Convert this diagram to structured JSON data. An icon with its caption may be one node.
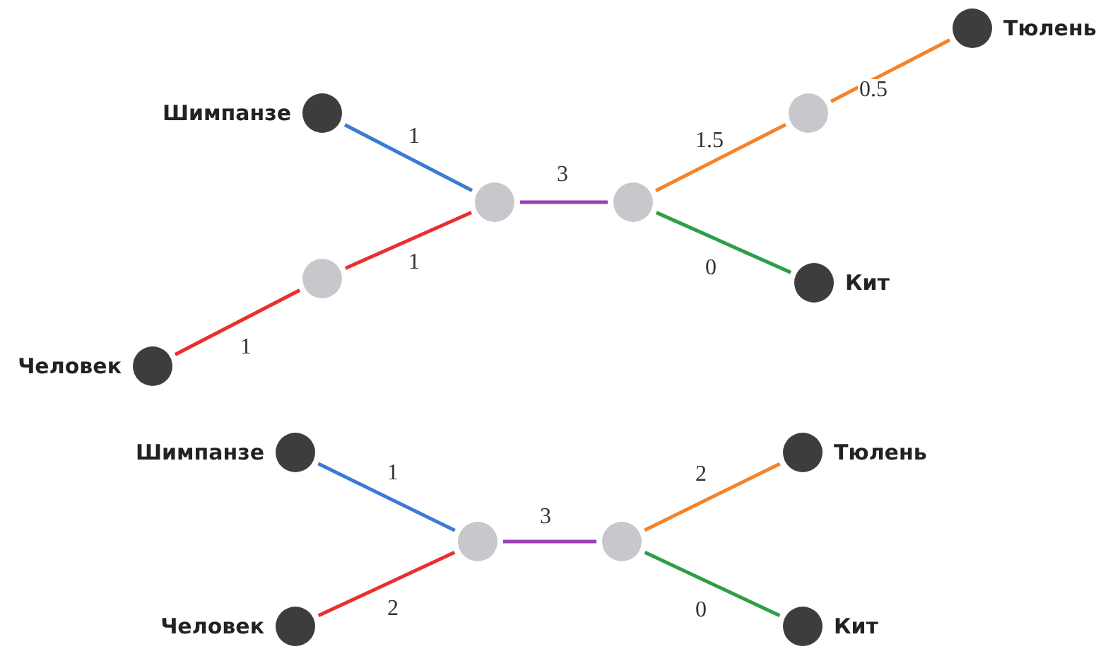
{
  "diagram": {
    "nodes": [
      {
        "text": [],
        "shape": "circle",
        "beside": [
          "Тюлень"
        ]
      },
      {
        "text": [],
        "shape": "circle",
        "beside": [
          "Шимпанзе"
        ]
      },
      {
        "text": [],
        "shape": "circle"
      },
      {
        "text": [],
        "shape": "circle"
      },
      {
        "text": [],
        "shape": "circle"
      },
      {
        "text": [],
        "shape": "circle"
      },
      {
        "text": [],
        "shape": "circle",
        "beside": [
          "Кит"
        ]
      },
      {
        "text": [],
        "shape": "circle",
        "beside": [
          "Человек"
        ]
      },
      {
        "text": [],
        "shape": "circle",
        "beside": [
          "Шимпанзе"
        ]
      },
      {
        "text": [],
        "shape": "circle",
        "beside": [
          "Тюлень"
        ]
      },
      {
        "text": [],
        "shape": "circle"
      },
      {
        "text": [],
        "shape": "circle"
      },
      {
        "text": [],
        "shape": "circle",
        "beside": [
          "Человек"
        ]
      },
      {
        "text": [],
        "shape": "circle",
        "beside": [
          "Кит"
        ]
      }
    ],
    "edges": [
      {
        "from": 1,
        "to": 3,
        "arrow": "none",
        "label": "1",
        "color": "#3a7bd5"
      },
      {
        "from": 3,
        "to": 4,
        "arrow": "none",
        "label": "3",
        "color": "#9b3fb5"
      },
      {
        "from": 4,
        "to": 2,
        "arrow": "none",
        "label": "1.5",
        "color": "#f5832a"
      },
      {
        "from": 2,
        "to": 0,
        "arrow": "none",
        "label": "0.5",
        "color": "#f5832a"
      },
      {
        "from": 4,
        "to": 6,
        "arrow": "none",
        "label": "0",
        "color": "#2e9e48"
      },
      {
        "from": 3,
        "to": 5,
        "arrow": "none",
        "label": "1",
        "color": "#e8302f"
      },
      {
        "from": 5,
        "to": 7,
        "arrow": "none",
        "label": "1",
        "color": "#e8302f"
      },
      {
        "from": 8,
        "to": 10,
        "arrow": "none",
        "label": "1",
        "color": "#3a7bd5"
      },
      {
        "from": 10,
        "to": 11,
        "arrow": "none",
        "label": "3",
        "color": "#9b3fb5"
      },
      {
        "from": 11,
        "to": 9,
        "arrow": "none",
        "label": "2",
        "color": "#f5832a"
      },
      {
        "from": 11,
        "to": 13,
        "arrow": "none",
        "label": "0",
        "color": "#2e9e48"
      },
      {
        "from": 10,
        "to": 12,
        "arrow": "none",
        "label": "2",
        "color": "#e8302f"
      }
    ]
  }
}
